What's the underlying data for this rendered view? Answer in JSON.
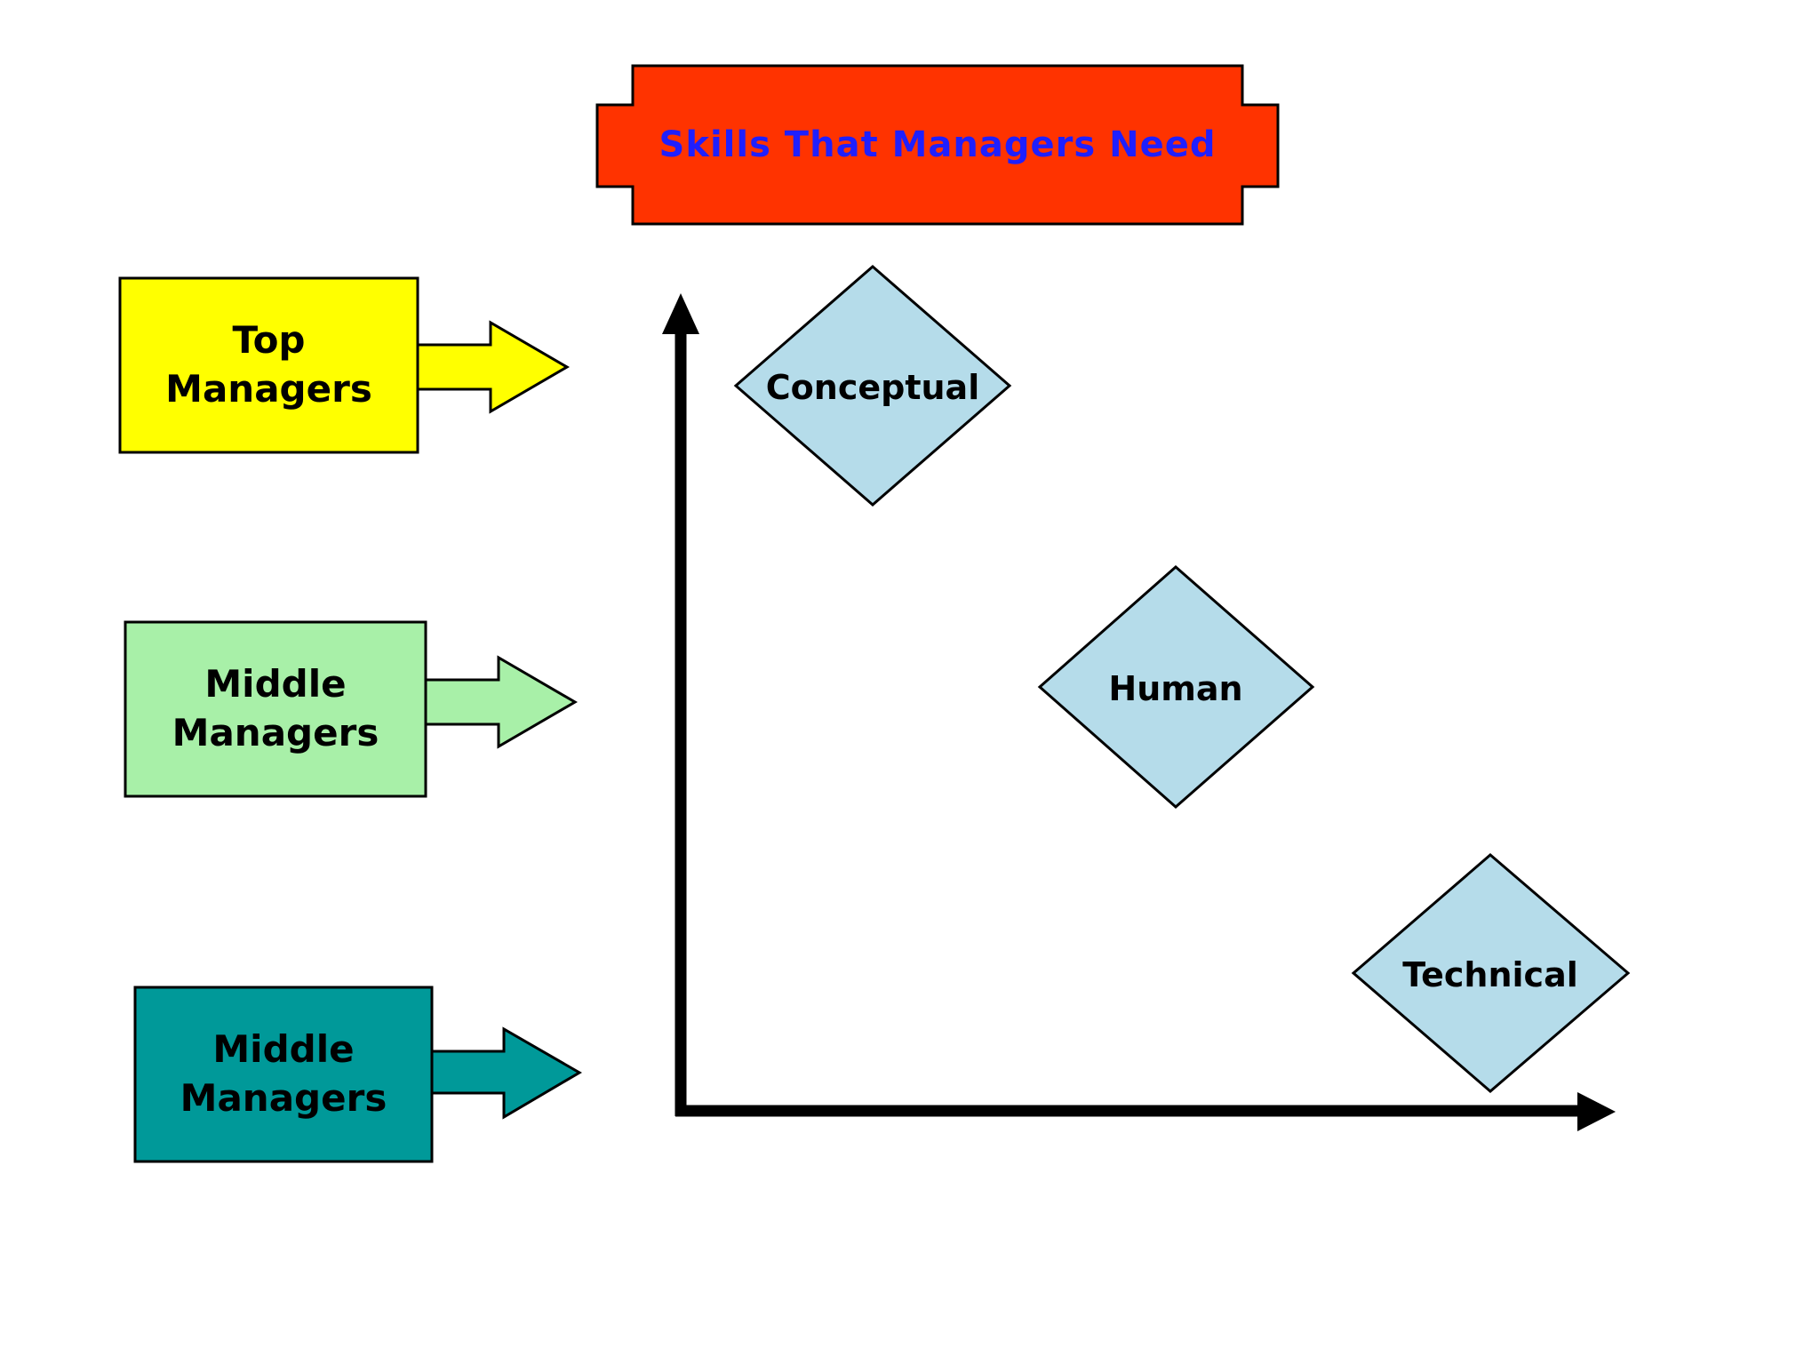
{
  "slide": {
    "title": "Skills That Managers Need"
  },
  "colors": {
    "banner_fill": "#FF3300",
    "title_text": "#1F1FFF",
    "top_box_fill": "#FFFF00",
    "middle_box_fill": "#A8F0A8",
    "bottom_box_fill": "#009999",
    "diamond_fill": "#B5DCEA",
    "outline": "#000000",
    "axis": "#000000"
  },
  "manager_boxes": [
    {
      "line1": "Top",
      "line2": "Managers"
    },
    {
      "line1": "Middle",
      "line2": "Managers"
    },
    {
      "line1": "Middle",
      "line2": "Managers"
    }
  ],
  "skill_diamonds": [
    {
      "label": "Conceptual"
    },
    {
      "label": "Human"
    },
    {
      "label": "Technical"
    }
  ]
}
